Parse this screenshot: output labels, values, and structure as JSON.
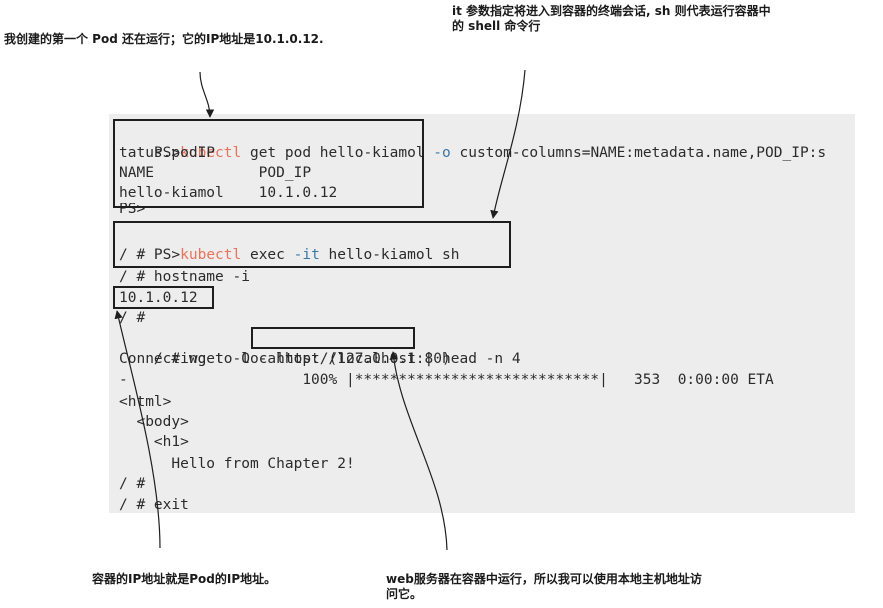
{
  "annotations": {
    "pod_running": "我创建的第一个 Pod 还在运行；它的IP地址是10.1.0.12.",
    "it_param_line1": "it 参数指定将进入到容器的终端会话, sh 则代表运行容器中",
    "it_param_line2": "的 shell 命令行",
    "container_ip": "容器的IP地址就是Pod的IP地址。",
    "web_server_line1": "web服务器在容器中运行，所以我可以使用本地主机地址访",
    "web_server_line2": "问它。"
  },
  "terminal": {
    "line1": {
      "prompt": "PS>",
      "cmd": "kubectl",
      "args": " get pod hello-kiamol ",
      "opt": "-o",
      "rest": " custom-columns=NAME:metadata.name,POD_IP:s"
    },
    "line2": "tatus.podIP",
    "line3": "NAME            POD_IP",
    "line4": "hello-kiamol    10.1.0.12",
    "line5": "PS>",
    "line6": {
      "prompt": "PS>",
      "cmd": "kubectl",
      "args": " exec ",
      "opt": "-it",
      "rest": " hello-kiamol sh"
    },
    "line7": "/ #",
    "line8": "/ # hostname -i",
    "line9": "10.1.0.12",
    "line10": "/ #",
    "line11": {
      "pre": "/ # wget -O - ",
      "url": "http://localhost",
      "post": " | head -n 4"
    },
    "line12": "Connecting to localhost (127.0.0.1:80)",
    "line13": "-                    100% |****************************|   353  0:00:00 ETA",
    "line14": "<html>",
    "line15": "  <body>",
    "line16": "    <h1>",
    "line17": "      Hello from Chapter 2!",
    "line18": "/ #",
    "line19": "/ # exit"
  }
}
